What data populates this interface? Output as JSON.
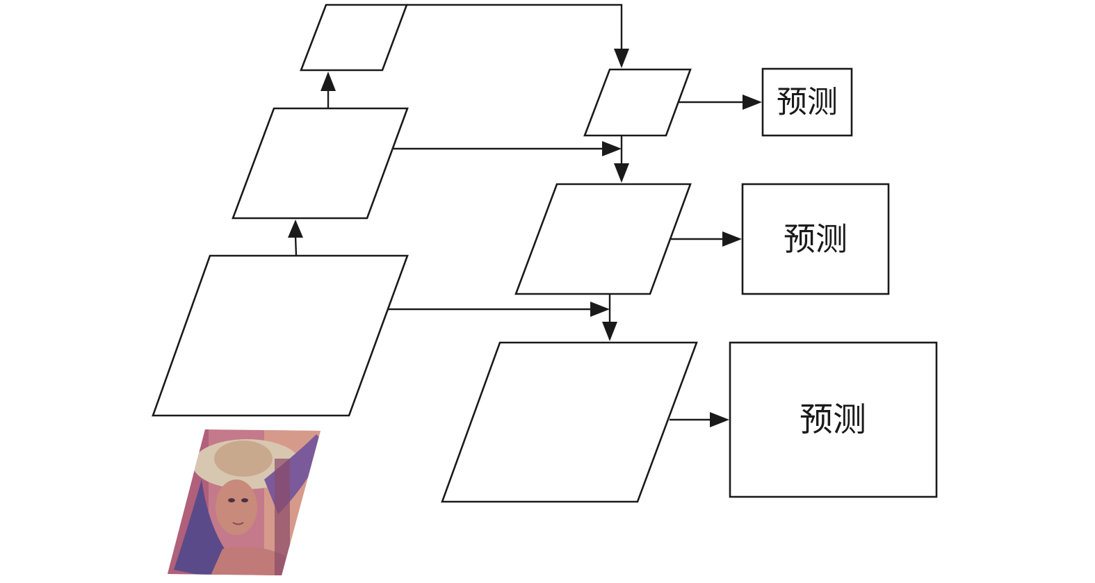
{
  "prediction_boxes": [
    {
      "label": "预测"
    },
    {
      "label": "预测"
    },
    {
      "label": "预测"
    }
  ],
  "input_image": {
    "description": "input-photo",
    "colors": {
      "background": "#c47a8a",
      "hat": "#d8c7b0",
      "hair": "#5a4a8a",
      "skin": "#c88a7a",
      "shadow": "#8a4a6a"
    }
  },
  "colors": {
    "stroke": "#1a1a1a",
    "fill": "#ffffff"
  }
}
